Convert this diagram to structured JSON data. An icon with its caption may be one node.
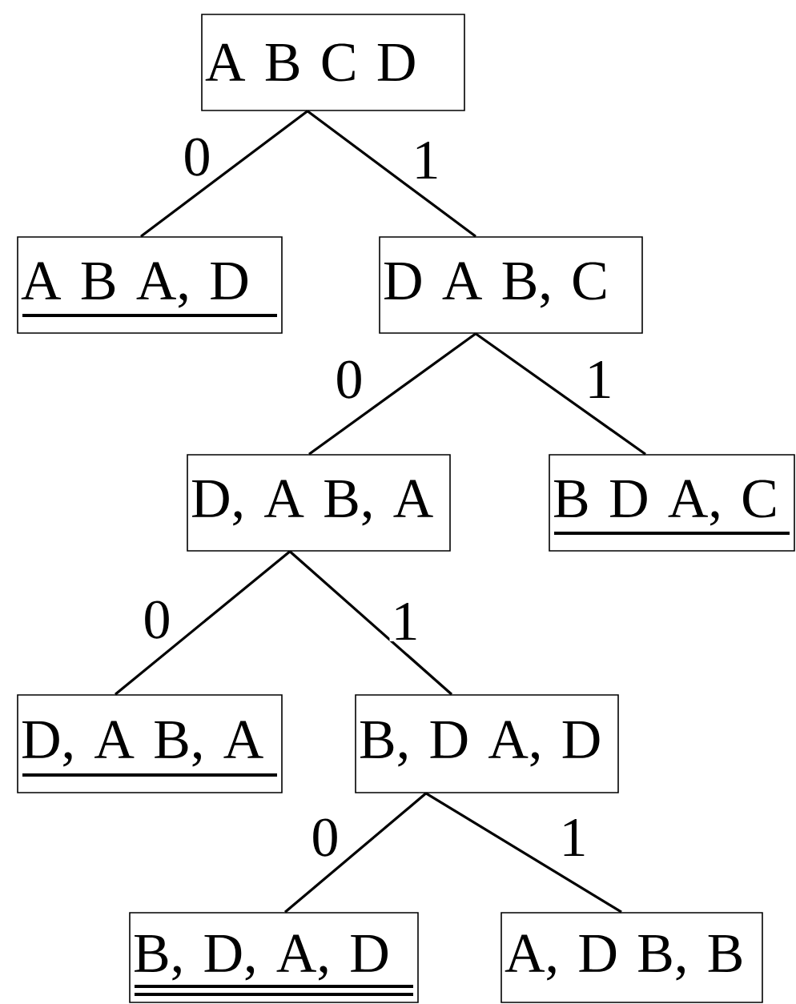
{
  "diagram": {
    "nodes": [
      {
        "text": [
          "A B C D"
        ]
      },
      {
        "text": [
          "A B A, D"
        ]
      },
      {
        "text": [
          "D A B, C"
        ]
      },
      {
        "text": [
          "D, A B, A"
        ]
      },
      {
        "text": [
          "B D A, C"
        ]
      },
      {
        "text": [
          "D, A B, A"
        ]
      },
      {
        "text": [
          "B, D A, D"
        ]
      },
      {
        "text": [
          "B, D, A, D"
        ]
      },
      {
        "text": [
          "A, D B, B"
        ]
      }
    ],
    "edges": [
      {
        "from": 0,
        "to": 1,
        "arrow": "none",
        "label": "0"
      },
      {
        "from": 0,
        "to": 2,
        "arrow": "none",
        "label": "1"
      },
      {
        "from": 2,
        "to": 3,
        "arrow": "none",
        "label": "0"
      },
      {
        "from": 2,
        "to": 4,
        "arrow": "none",
        "label": "1"
      },
      {
        "from": 3,
        "to": 5,
        "arrow": "none",
        "label": "0"
      },
      {
        "from": 3,
        "to": 6,
        "arrow": "none",
        "label": "1"
      },
      {
        "from": 6,
        "to": 7,
        "arrow": "none",
        "label": "0"
      },
      {
        "from": 6,
        "to": 8,
        "arrow": "none",
        "label": "1"
      }
    ]
  }
}
